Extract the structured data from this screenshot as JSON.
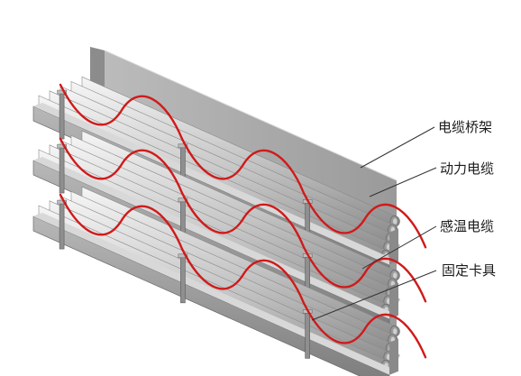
{
  "diagram": {
    "labels": {
      "tray": "电缆桥架",
      "power_cable": "动力电缆",
      "sensing_cable": "感温电缆",
      "clamp": "固定卡具"
    },
    "colors": {
      "background": "#ffffff",
      "steel_light": "#d0d0d0",
      "steel_mid": "#a9a9a9",
      "steel_dark": "#6e6e6e",
      "cable_highlight": "#f4f4f4",
      "sensing_cable": "#d01a1a",
      "leader_line": "#333333"
    },
    "tiers": 3,
    "power_cables_per_tier": 5
  }
}
